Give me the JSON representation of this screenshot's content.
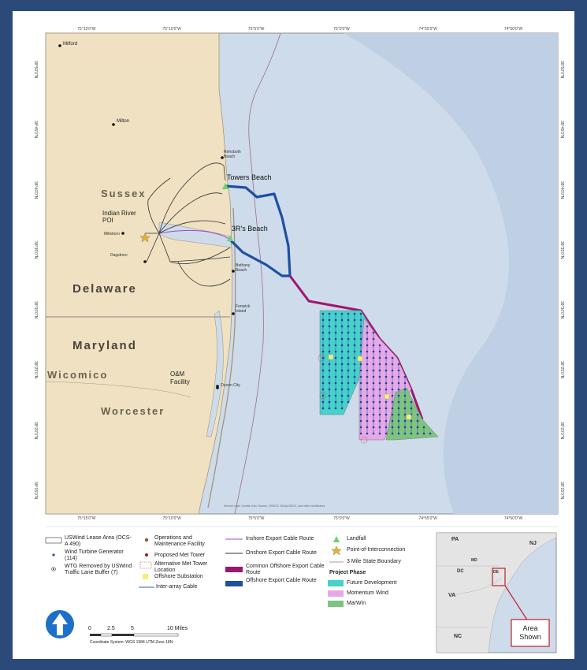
{
  "map": {
    "places": {
      "milford": "Milford",
      "milton": "Milton",
      "rehoboth": "Rehoboth Beach",
      "towers_beach": "Towers Beach",
      "indian_river_poi": "Indian River POI",
      "millsboro": "Millsboro",
      "dagsboro": "Dagsboro",
      "srs_beach": "3R's Beach",
      "bethany": "Bethany Beach",
      "fenwick": "Fenwick Island",
      "ocean_city": "Ocean City",
      "om_facility": "O&M Facility"
    },
    "counties": {
      "sussex": "Sussex",
      "wicomico": "Wicomico",
      "worcester": "Worcester"
    },
    "states": {
      "delaware": "Delaware",
      "maryland": "Maryland"
    },
    "top_ticks": [
      "75°15'0\"W",
      "75°10'0\"W",
      "75°5'0\"W",
      "75°0'0\"W",
      "74°55'0\"W",
      "74°50'0\"W"
    ],
    "bottom_ticks": [
      "75°15'0\"W",
      "75°10'0\"W",
      "75°5'0\"W",
      "75°0'0\"W",
      "74°55'0\"W",
      "74°50'0\"W"
    ],
    "left_ticks": [
      "38°50'0\"N",
      "38°45'0\"N",
      "38°40'0\"N",
      "38°35'0\"N",
      "38°30'0\"N",
      "38°25'0\"N",
      "38°20'0\"N",
      "38°15'0\"N"
    ],
    "right_ticks": [
      "38°50'0\"N",
      "38°45'0\"N",
      "38°40'0\"N",
      "38°35'0\"N",
      "38°30'0\"N",
      "38°25'0\"N",
      "38°20'0\"N",
      "38°15'0\"N"
    ],
    "credit": "Service Layer Credits: Esri, Garmin, GEBCO, NOAA NGDC, and other contributors"
  },
  "legend": {
    "lease_area": "USWind Lease Area (OCS-A 490)",
    "wtg": "Wind Turbine Generator (114)",
    "wtg_removed": "WTG Removed by USWind Traffic Lane Buffer (7)",
    "om_facility": "Operations and Maintenance Facility",
    "met_tower": "Proposed Met Tower",
    "alt_met_tower": "Alternative Met Tower Location",
    "substation": "Offshore Substation",
    "inter_array": "Inter-array Cable",
    "inshore_export": "Inshore Export Cable Route",
    "onshore_export": "Onshore Export Cable Route",
    "common_offshore": "Common Offshore Export Cable Route",
    "offshore_export": "Offshore Export Cable Route",
    "landfall": "Landfall",
    "poi": "Point-of-Interconnection",
    "state_boundary": "3 Mile State Boundary",
    "project_phase": "Project Phase",
    "phase_future": "Future Development",
    "phase_momentum": "Momentum Wind",
    "phase_marwin": "MarWin"
  },
  "scale": {
    "labels": [
      "0",
      "2.5",
      "5",
      "10 Miles"
    ],
    "coord_system": "Coordinate System: WGS 1984 UTM Zone 18N"
  },
  "inset": {
    "pa": "PA",
    "nj": "NJ",
    "md": "MD",
    "dc": "DC",
    "de": "DE",
    "va": "VA",
    "nc": "NC",
    "area_shown": "Area Shown"
  },
  "colors": {
    "land": "#efe1c1",
    "water": "#cddbea",
    "future_development": "#46d1c9",
    "momentum_wind": "#e7a8e6",
    "marwin": "#7ec47e",
    "offshore_export": "#1f4fa0",
    "common_offshore": "#a0166e",
    "frame": "#2b4a7a"
  }
}
